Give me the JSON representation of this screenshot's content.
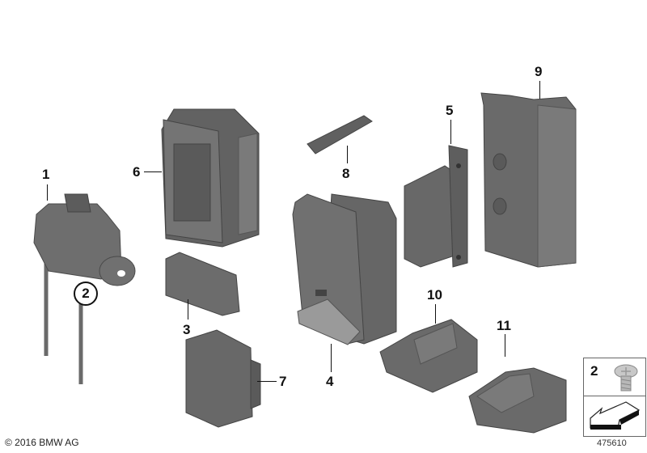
{
  "diagram": {
    "type": "exploded parts diagram",
    "parts": [
      {
        "id": "1",
        "label": "1"
      },
      {
        "id": "2",
        "label": "2",
        "style": "circled"
      },
      {
        "id": "3",
        "label": "3"
      },
      {
        "id": "4",
        "label": "4"
      },
      {
        "id": "5",
        "label": "5"
      },
      {
        "id": "6",
        "label": "6"
      },
      {
        "id": "7",
        "label": "7"
      },
      {
        "id": "8",
        "label": "8"
      },
      {
        "id": "9",
        "label": "9"
      },
      {
        "id": "10",
        "label": "10"
      },
      {
        "id": "11",
        "label": "11"
      }
    ],
    "legend": {
      "item_label": "2",
      "item_icon": "screw-icon",
      "arrow_icon": "direction-arrow-icon"
    }
  },
  "footer": {
    "copyright": "© 2016 BMW AG",
    "document_number": "475610"
  },
  "colors": {
    "part_fill": "#6e6e6e",
    "part_dark": "#4f4f4f",
    "part_light": "#8a8a8a",
    "label": "#111111",
    "background": "#ffffff"
  }
}
